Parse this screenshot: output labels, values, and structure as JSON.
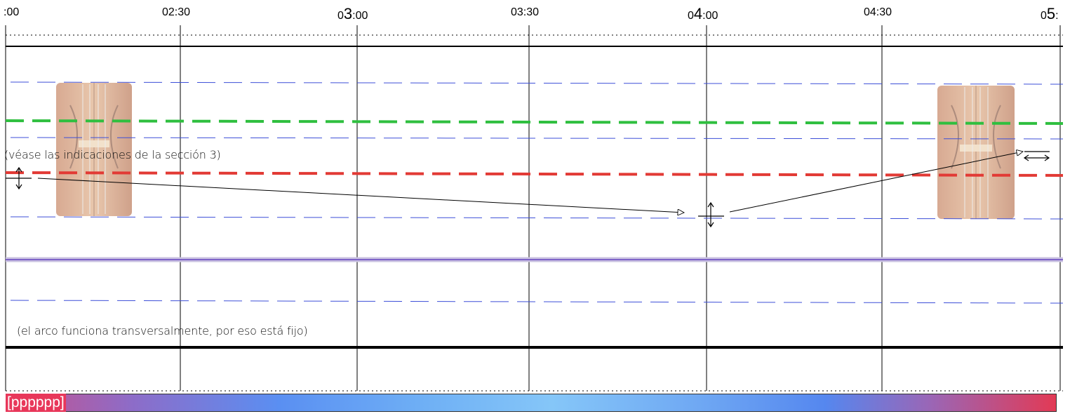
{
  "timeline": {
    "ticks": [
      {
        "prefix": ":00",
        "big": "",
        "suffix": ""
      },
      {
        "prefix": "02:30",
        "big": "",
        "suffix": ""
      },
      {
        "prefix": "0",
        "big": "3",
        "suffix": ":00"
      },
      {
        "prefix": "03:30",
        "big": "",
        "suffix": ""
      },
      {
        "prefix": "0",
        "big": "4",
        "suffix": ":00"
      },
      {
        "prefix": "04:30",
        "big": "",
        "suffix": ""
      },
      {
        "prefix": "0",
        "big": "5",
        "suffix": ":"
      }
    ]
  },
  "annotations": {
    "section_note": "(véase las indicaciones de la sección 3)",
    "bow_note": "(el arco funciona transversalmente, por eso está fijo)"
  },
  "dynamics": {
    "label": "[pppppp]"
  },
  "colors": {
    "green_line": "#2fbf3f",
    "red_line": "#e23a35",
    "blue_dash": "#3d4fd8",
    "purple_line": "#7d62c8",
    "dynamics_label_bg": "#e8375a"
  },
  "icons": {
    "vertical_arrow": "updown-arrow-icon",
    "horizontal_arrow": "leftright-arrow-icon",
    "viola_image": "viola-icon"
  }
}
